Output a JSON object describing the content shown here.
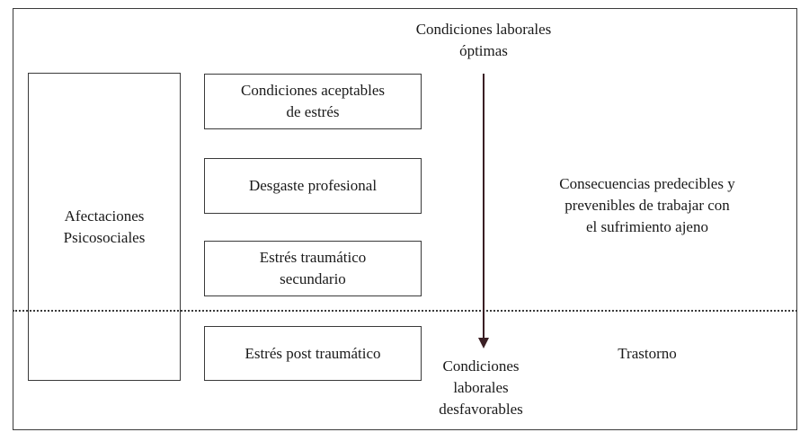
{
  "top_label": "Condiciones laborales\nóptimas",
  "bottom_label": "Condiciones\nlaborales\ndesfavorables",
  "left_box": "Afectaciones\nPsicosociales",
  "boxes": [
    "Condiciones aceptables\nde estrés",
    "Desgaste profesional",
    "Estrés traumático\nsecundario",
    "Estrés post traumático"
  ],
  "right_upper": "Consecuencias predecibles y\nprevenibles de trabajar con\nel sufrimiento ajeno",
  "right_lower": "Trastorno",
  "colors": {
    "stroke": "#3a3a3a",
    "arrow": "#3a1f24"
  }
}
